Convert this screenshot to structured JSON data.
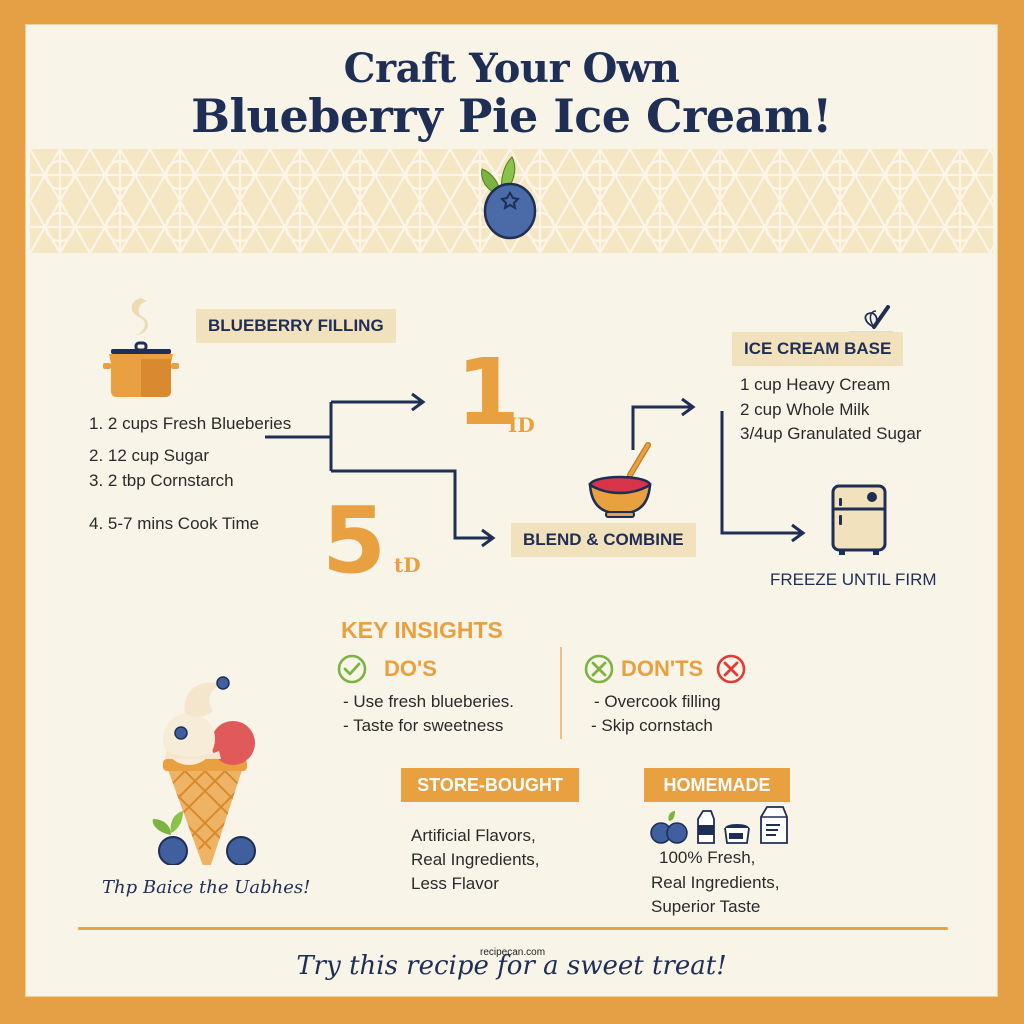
{
  "header": {
    "title_line1": "Craft Your Own",
    "title_line2": "Blueberry Pie Ice Cream!",
    "band_icon": "blueberry-icon"
  },
  "colors": {
    "border_orange": "#e59f44",
    "panel_cream": "#f8f4e8",
    "navy": "#1f2e55",
    "accent_orange": "#e9a041",
    "label_tan": "#f2e1bd",
    "do_green": "#7cb342",
    "dont_red": "#e53935"
  },
  "filling": {
    "label": "BLUEBERRY FILLING",
    "icon": "cooking-pot-icon",
    "steps": [
      "1. 2 cups Fresh Blueberies",
      "2. 12 cup Sugar",
      "3. 2 tbp Cornstarch",
      "4. 5-7 mins Cook Time"
    ]
  },
  "flow": {
    "number_one": "1",
    "number_one_sub": "ID",
    "number_five": "5",
    "number_five_sub": "tD",
    "blend_label": "BLEND & COMBINE",
    "blend_icon": "mixing-bowl-icon"
  },
  "base": {
    "label": "ICE CREAM BASE",
    "icon": "whisk-bowl-icon",
    "items": [
      "1 cup Heavy Cream",
      "2 cup Whole Milk",
      "3/4up Granulated Sugar"
    ]
  },
  "freeze": {
    "label": "FREEZE UNTIL FIRM",
    "icon": "freezer-icon"
  },
  "insights": {
    "title": "KEY INSIGHTS",
    "dos": {
      "heading": "DO'S",
      "icon": "check-circle-icon",
      "items": [
        "- Use fresh blueberies.",
        "- Taste for sweetness"
      ]
    },
    "donts": {
      "heading": "DON'TS",
      "icon": "x-circle-icon",
      "items": [
        "- Overcook filling",
        "- Skip cornstach"
      ]
    }
  },
  "cone": {
    "icon": "ice-cream-cone-icon",
    "caption": "Thp Baice the Uabhes!"
  },
  "comparison": {
    "store": {
      "label": "STORE-BOUGHT",
      "lines": [
        "Artificial Flavors,",
        "Real Ingredients,",
        "Less Flavor"
      ]
    },
    "home": {
      "label": "HOMEMADE",
      "icons": [
        "blueberries-icon",
        "milk-carton-icon",
        "container-icon",
        "sugar-bag-icon"
      ],
      "lines": [
        "100% Fresh,",
        "Real Ingredients,",
        "Superior Taste"
      ]
    }
  },
  "footer": {
    "watermark": "recipecan.com",
    "tagline": "Try this recipe for a sweet treat!"
  }
}
